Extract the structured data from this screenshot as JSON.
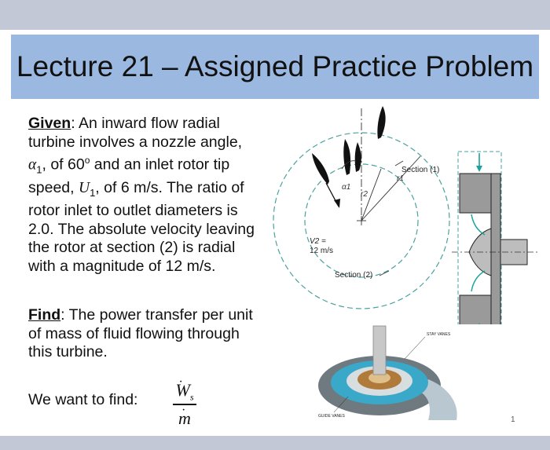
{
  "title": "Lecture 21 – Assigned Practice Problem",
  "given": {
    "label": "Given",
    "text": ": An inward flow radial turbine involves a nozzle angle, ",
    "alpha_sym": "α",
    "alpha_sub": "1",
    "alpha_text": ", of 60",
    "deg": "o",
    "inlet_text": " and an inlet rotor tip speed, ",
    "U_sym": "U",
    "U_sub": "1",
    "rest": ", of 6 m/s. The ratio of rotor inlet to outlet diameters is 2.0. The absolute velocity leaving the rotor at section (2) is radial with a magnitude of 12 m/s."
  },
  "find": {
    "label": "Find",
    "text": ": The power transfer per unit of mass of fluid flowing through this turbine."
  },
  "want": {
    "text": "We want to find:",
    "numerator": "W",
    "numerator_sub": "s",
    "denominator": "m"
  },
  "diagram": {
    "section1": "Section (1)",
    "section2": "Section (2)",
    "alpha1": "α1",
    "r1": "r1",
    "r2": "r2",
    "v2": "V2 =",
    "v2_value": "12 m/s"
  },
  "photo": {
    "stay_vanes": "STAY VANES",
    "guide_vanes": "GUIDE VANES"
  },
  "page_number": "1",
  "colors": {
    "title_band": "#9bb9e0",
    "dashed": "#4aa3a0",
    "arrow_teal": "#1aa39a",
    "bars": "#c3c8d6"
  }
}
